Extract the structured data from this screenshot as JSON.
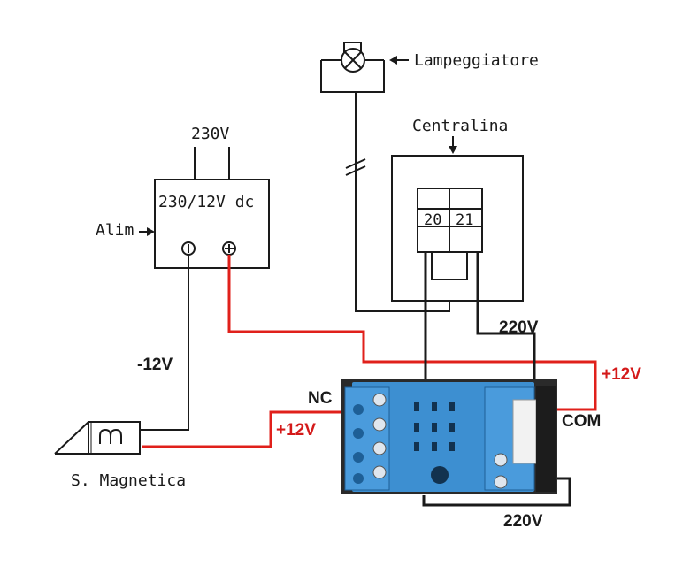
{
  "labels": {
    "lampeggiatore": "Lampeggiatore",
    "centralina": "Centralina",
    "v230": "230V",
    "psu": "230/12V dc",
    "alim": "Alim",
    "term20": "20",
    "term21": "21",
    "v220_top": "220V",
    "v220_bottom": "220V",
    "plus12_right": "+12V",
    "minus12": "-12V",
    "plus12_left": "+12V",
    "nc": "NC",
    "com": "COM",
    "magnet": "S. Magnetica"
  },
  "colors": {
    "wire_black": "#1a1a1a",
    "wire_red": "#e0201b",
    "relay_body": "#3d8fd1",
    "relay_dark": "#2a2a2a",
    "label_red": "#d41a1a"
  }
}
